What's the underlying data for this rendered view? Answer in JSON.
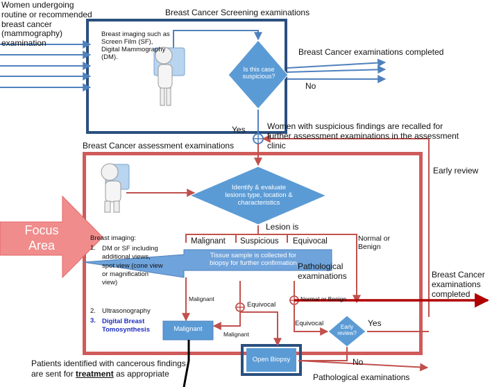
{
  "intro_text": "Women undergoing routine or recommended breast cancer (mammography) examination",
  "screening": {
    "title": "Breast Cancer Screening examinations",
    "imaging_text": "Breast imaging such as Screen Film (SF), Digital Mammography (DM).",
    "decision": "Is this case suspicious?",
    "completed": "Breast Cancer examinations completed",
    "no": "No",
    "yes": "Yes"
  },
  "recall_text": "Women with suspicious findings are recalled for further assessment examinations in the assessment clinic",
  "assessment": {
    "title": "Breast Cancer assessment examinations",
    "early_review_label": "Early review",
    "identify": "Identify & evaluate lesions type, location & characteristics",
    "lesion_is": "Lesion is",
    "categories": {
      "malignant": "Malignant",
      "suspicious": "Suspicious",
      "equivocal": "Equivocal",
      "normal_benign": "Normal or Benign"
    },
    "tissue_sample": "Tissue sample is collected for biopsy for further confirmation",
    "pathological": "Pathological examinations",
    "imaging_heading": "Breast imaging:",
    "imaging_list": [
      {
        "num": "1.",
        "text": "DM or SF including additional views, spot view (cone view or magnification view)"
      },
      {
        "num": "2.",
        "text": "Ultrasonography"
      },
      {
        "num": "3.",
        "text": "Digital Breast Tomosynthesis"
      }
    ],
    "malignant_small": "Malignant",
    "equivocal_small": "Equivocal",
    "normal_benign_small": "Normal or Benign",
    "malignant_box": "Malignant",
    "malignant_label2": "Malignant",
    "equivocal_label": "Equivocal",
    "early_review_diamond": "Early review?",
    "yes": "Yes",
    "no": "No",
    "open_biopsy": "Open Biopsy",
    "pathological_bottom": "Pathological examinations"
  },
  "focus": {
    "line1": "Focus",
    "line2": "Area"
  },
  "completed_right": "Breast Cancer examinations completed",
  "treatment": {
    "pre": "Patients identified with cancerous findings are sent for",
    "bold": "treatment",
    "post": "as appropriate"
  },
  "colors": {
    "blue_arrow": "#4f81bd",
    "red_arrow": "#c0504d",
    "dark_red": "#b00000",
    "navy": "#2b4f7e",
    "diamond": "#5b9bd5",
    "dbt_blue": "#1f2fbf"
  }
}
